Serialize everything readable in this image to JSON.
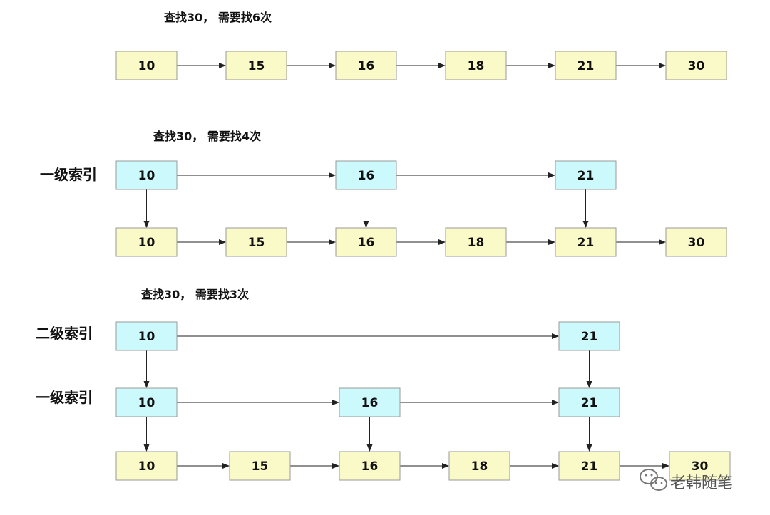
{
  "colors": {
    "data_node_fill": "#fafac8",
    "index_node_fill": "#ccf9fb",
    "node_stroke": "#9a9a9a",
    "arrow": "#222222"
  },
  "diagrams": [
    {
      "caption": "查找30， 需要找6次",
      "levels": [
        {
          "label": "",
          "kind": "data",
          "nodes": [
            "10",
            "15",
            "16",
            "18",
            "21",
            "30"
          ]
        }
      ]
    },
    {
      "caption": "查找30， 需要找4次",
      "levels": [
        {
          "label": "一级索引",
          "kind": "index",
          "nodes": [
            "10",
            "16",
            "21"
          ]
        },
        {
          "label": "",
          "kind": "data",
          "nodes": [
            "10",
            "15",
            "16",
            "18",
            "21",
            "30"
          ]
        }
      ]
    },
    {
      "caption": "查找30， 需要找3次",
      "levels": [
        {
          "label": "二级索引",
          "kind": "index",
          "nodes": [
            "10",
            "21"
          ]
        },
        {
          "label": "一级索引",
          "kind": "index",
          "nodes": [
            "10",
            "16",
            "21"
          ]
        },
        {
          "label": "",
          "kind": "data",
          "nodes": [
            "10",
            "15",
            "16",
            "18",
            "21",
            "30"
          ]
        }
      ]
    }
  ],
  "watermark": {
    "text": "老韩随笔",
    "icon": "wechat-icon"
  }
}
